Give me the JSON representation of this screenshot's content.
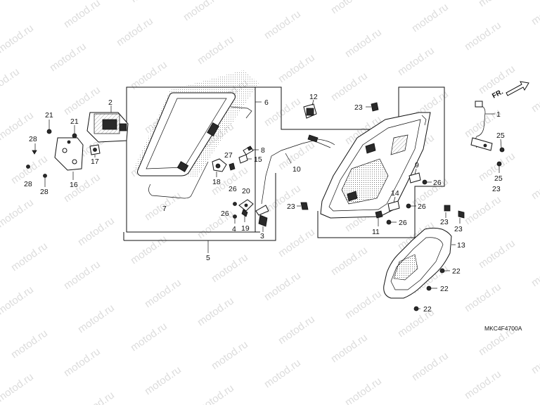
{
  "watermark": "motod.ru",
  "diagram_code": "MKC4F4700A",
  "direction_label": "FR.",
  "callouts": {
    "c1": "1",
    "c2": "2",
    "c3": "3",
    "c4": "4",
    "c5": "5",
    "c6": "6",
    "c7": "7",
    "c8": "8",
    "c9": "9",
    "c10": "10",
    "c11": "11",
    "c12": "12",
    "c13": "13",
    "c14": "14",
    "c15": "15",
    "c16": "16",
    "c17": "17",
    "c18": "18",
    "c19": "19",
    "c20": "20",
    "c21": "21",
    "c22": "22",
    "c23": "23",
    "c25": "25",
    "c26": "26",
    "c27": "27",
    "c28": "28"
  }
}
